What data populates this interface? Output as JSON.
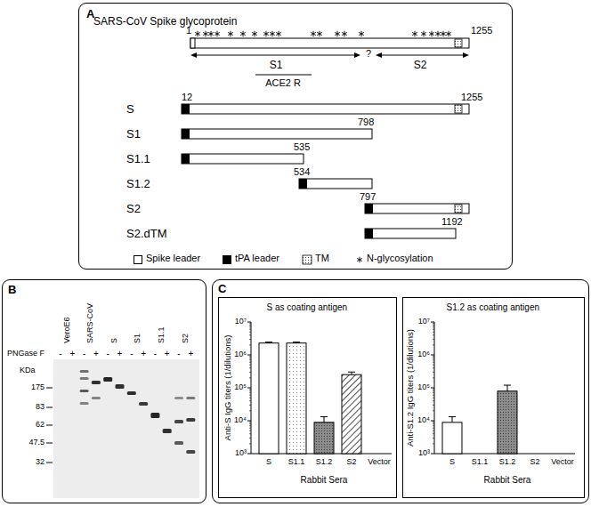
{
  "diagram": {
    "nodes": [
      {
        "text": [
          "A",
          "SARS-CoV Spike glycoprotein"
        ]
      },
      {
        "text": [
          "B"
        ]
      },
      {
        "text": [
          "C"
        ]
      },
      {
        "text": [
          "S as coating antigen"
        ],
        "in": 2
      },
      {
        "text": [
          "S1.2 as coating antigen"
        ],
        "in": 2
      }
    ],
    "labels": [
      "1",
      "1255",
      "S1",
      "?",
      "S2",
      "ACE2 R",
      "12",
      "1255",
      "S",
      "798",
      "S1",
      "535",
      "S1.1",
      "534",
      "S1.2",
      "797",
      "S2",
      "1192",
      "S2.dTM",
      "VeroE6",
      "SARS-CoV",
      "S",
      "S1",
      "S1.1",
      "S2",
      "PNGase F",
      "-",
      "+",
      "-",
      "+",
      "-",
      "+",
      "-",
      "+",
      "-",
      "+",
      "-",
      "+",
      "KDa",
      "175",
      "83",
      "62",
      "47.5",
      "32",
      "Anti-S IgG titers (1/dilutions)",
      "10⁷",
      "10⁶",
      "10⁵",
      "10⁴",
      "10³",
      "S",
      "S1.1",
      "S1.2",
      "S2",
      "Vector",
      "Rabbit Sera",
      "Anti-S1.2 IgG titers (1/dilutions)",
      "10⁷",
      "10⁶",
      "10⁵",
      "10⁴",
      "10³",
      "S",
      "S1.1",
      "S1.2",
      "S2",
      "Vector",
      "Rabbit Sera"
    ],
    "legend": [
      {
        "text": "Spike leader",
        "color": "#ffffff"
      },
      {
        "text": "tPA leader",
        "color": "#000000"
      },
      {
        "text": "TM"
      },
      {
        "text": "N-glycosylation"
      }
    ]
  }
}
